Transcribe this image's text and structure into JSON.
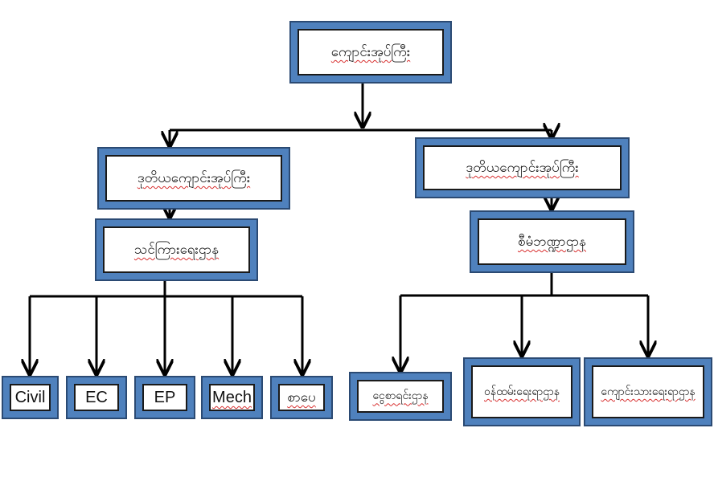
{
  "colors": {
    "box_fill": "#4f81bd",
    "box_border": "#2b4a73",
    "line": "#000000",
    "spellcheck": "#d83030"
  },
  "root": {
    "label": "ကျောင်းအုပ်ကြီး"
  },
  "left_branch": {
    "head": "ဒုတိယကျောင်းအုပ်ကြီး",
    "department": "သင်ကြားရေးဌာန",
    "children": [
      "Civil",
      "EC",
      "EP",
      "Mech",
      "စာပေ"
    ]
  },
  "right_branch": {
    "head": "ဒုတိယကျောင်းအုပ်ကြီး",
    "department": "စီမံဘဏ္ဍာဌာန",
    "children": [
      "ငွေစာရင်းဌာန",
      "ဝန်ထမ်းရေးရာဌာန",
      "ကျောင်းသားရေးရာဌာန"
    ]
  }
}
